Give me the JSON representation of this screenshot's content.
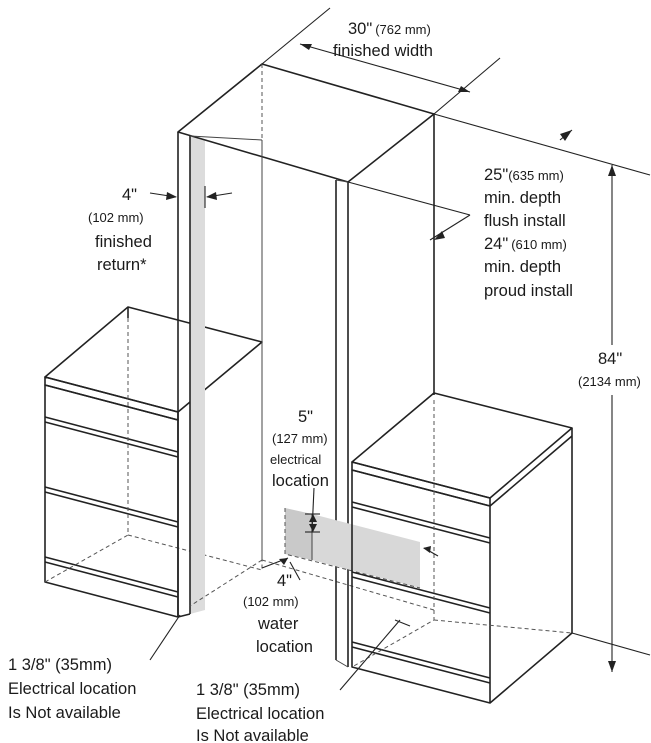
{
  "labels": {
    "width_value": "30\"",
    "width_metric": "(762 mm)",
    "width_desc": "finished width",
    "return_value": "4\"",
    "return_metric": "(102 mm)",
    "return_desc1": "finished",
    "return_desc2": "return*",
    "depth_flush_value": "25\"",
    "depth_flush_metric": "(635 mm)",
    "depth_flush_desc1": "min. depth",
    "depth_flush_desc2": "flush install",
    "depth_proud_value": "24\"",
    "depth_proud_metric": "(610 mm)",
    "depth_proud_desc1": "min. depth",
    "depth_proud_desc2": "proud install",
    "height_value": "84\"",
    "height_metric": "(2134 mm)",
    "elec_value": "5\"",
    "elec_metric": "(127 mm)",
    "elec_desc1": "electrical",
    "elec_desc2": "location",
    "water_value": "4\"",
    "water_metric": "(102 mm)",
    "water_desc1": "water",
    "water_desc2": "location",
    "left_na_value": "1 3/8\" (35mm)",
    "left_na_desc1": "Electrical location",
    "left_na_desc2": "Is Not available",
    "right_na_value": "1 3/8\" (35mm)",
    "right_na_desc1": "Electrical location",
    "right_na_desc2": "Is Not available"
  },
  "colors": {
    "line": "#222222",
    "shade": "#dcdcdc",
    "background": "#ffffff"
  }
}
